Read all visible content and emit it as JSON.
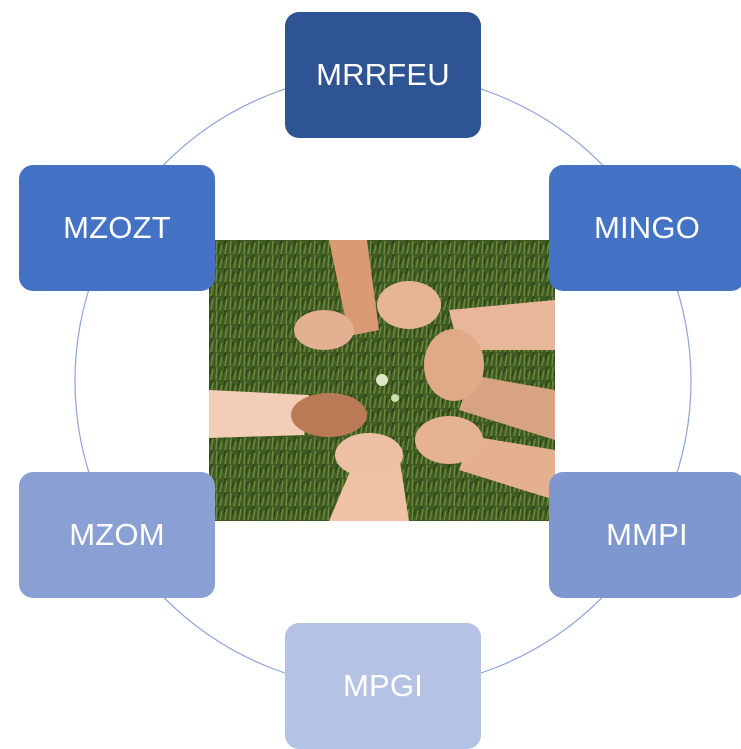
{
  "nodes": [
    {
      "id": "node-top",
      "label": "MRRFEU",
      "color": "#2f5493"
    },
    {
      "id": "node-upper-right",
      "label": "MINGO",
      "color": "#4472c4"
    },
    {
      "id": "node-lower-right",
      "label": "MMPI",
      "color": "#7f97cf"
    },
    {
      "id": "node-bottom",
      "label": "MPGI",
      "color": "#b4c3e3"
    },
    {
      "id": "node-lower-left",
      "label": "MZOM",
      "color": "#8aa0d4"
    },
    {
      "id": "node-upper-left",
      "label": "MZOZT",
      "color": "#4472c4"
    }
  ],
  "ring_color": "#8ea5d6",
  "photo": {
    "icon": "joined-hands-circle-photo",
    "grass_color": "#3f5a22",
    "skin_colors": [
      "#e8b79a",
      "#d99a74",
      "#f0c3a8",
      "#b97a55"
    ]
  }
}
